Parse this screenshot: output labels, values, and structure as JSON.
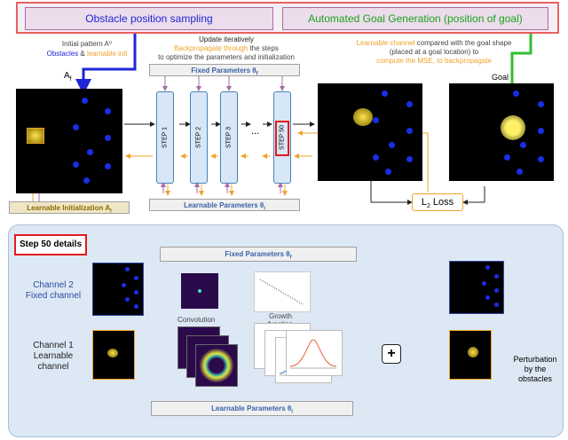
{
  "top": {
    "obstacle_sampling": "Obstacle position sampling",
    "goal_generation": "Automated Goal Generation (position of goal)"
  },
  "left_note": {
    "line1": "Initial pattern A⁰",
    "line2_obstacles": "Obstacles",
    "line2_amp": " & ",
    "line2_learnable": "learnable init"
  },
  "af_label": "A",
  "af_sub": "f",
  "update_note": {
    "line1": "Update iteratively",
    "line2_orange": "Backpropagate through",
    "line2_rest": " the steps",
    "line3": "to optimize the parameters and initialization"
  },
  "fixed_params_top": "Fixed Parameters θ",
  "fixed_params_top_sub": "f",
  "steps": [
    "STEP 1",
    "STEP 2",
    "STEP 3",
    "STEP 50"
  ],
  "ellipsis": "...",
  "learnable_params_top": "Learnable Parameters θ",
  "learnable_params_top_sub": "l",
  "learnable_init": "Learnable Initialization A",
  "learnable_init_sub": "l",
  "right_note": {
    "line1_orange": "Learnable channel",
    "line1_rest": " compared with the goal shape",
    "line2": "(placed at a goal location) to",
    "line3_orange": "compute the MSE, to backpropagate"
  },
  "goal_label": "Goal",
  "loss_label": "L",
  "loss_sub": "2",
  "loss_rest": " Loss",
  "step50_title": "Step 50 details",
  "fixed_params_bottom": "Fixed Parameters θ",
  "fixed_params_bottom_sub": "f",
  "channel2": [
    "Channel 2",
    "Fixed channel"
  ],
  "channel1": [
    "Channel 1",
    "Learnable",
    "channel"
  ],
  "convolution_label": "Convolution",
  "growth_label": [
    "Growth",
    "function"
  ],
  "plus_symbol": "+",
  "learnable_params_bottom": "Learnable Parameters θ",
  "learnable_params_bottom_sub": "l",
  "perturbation": [
    "Perturbation",
    "by the",
    "obstacles"
  ],
  "colors": {
    "red": "#e8615e",
    "blue_arrow": "#1f25d6",
    "green_arrow": "#2ec12e",
    "orange": "#f0a32a",
    "purple": "#a66da3",
    "dot": "#1a2ee6",
    "panel": "#dde8f5"
  }
}
